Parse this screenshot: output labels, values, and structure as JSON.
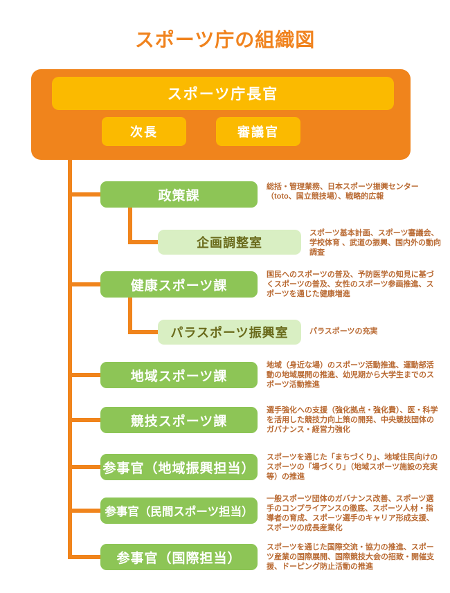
{
  "page": {
    "title": "スポーツ庁の組織図"
  },
  "top": {
    "chief": "スポーツ庁長官",
    "deputy": "次長",
    "councillor": "審議官"
  },
  "rows": [
    {
      "label": "政策課",
      "level": "division",
      "desc": "総括・管理業務、日本スポーツ振興センター（toto、国立競技場）、戦略的広報"
    },
    {
      "label": "企画調整室",
      "level": "office",
      "desc": "スポーツ基本計画、スポーツ審議会、学校体育 、武道の振興、国内外の動向調査"
    },
    {
      "label": "健康スポーツ課",
      "level": "division",
      "desc": "国民へのスポーツの普及、予防医学の知見に基づくスポーツの普及、女性のスポーツ参画推進、スポーツを通じた健康増進"
    },
    {
      "label": "パラスポーツ振興室",
      "level": "office",
      "desc": "パラスポーツの充実"
    },
    {
      "label": "地域スポーツ課",
      "level": "division",
      "desc": "地域（身近な場）のスポーツ活動推進、運動部活動の地域展開の推進、幼児期から大学生までのスポーツ活動推進"
    },
    {
      "label": "競技スポーツ課",
      "level": "division",
      "desc": "選手強化への支援（強化拠点・強化費）、医・科学を活用した競技力向上策の開発、中央競技団体のガバナンス・経営力強化"
    },
    {
      "label": "参事官（地域振興担当）",
      "level": "division",
      "desc": "スポーツを通じた「まちづくり」、地域住民向けのスポーツの「場づくり」（地域スポーツ施設の充実等）の推進"
    },
    {
      "label": "参事官（民間スポーツ担当）",
      "level": "division",
      "desc": "一般スポーツ団体のガバナンス改善、スポーツ選手のコンプライアンスの徹底、スポーツ人材・指導者の育成、スポーツ選手のキャリア形成支援、スポーツの成長産業化"
    },
    {
      "label": "参事官（国際担当）",
      "level": "division",
      "desc": "スポーツを通じた国際交流・協力の推進、スポーツ産業の国際展開、国際競技大会の招致・開催支援、ドーピング防止活動の推進"
    }
  ],
  "colors": {
    "orange": "#f0841c",
    "yellow": "#fbba00",
    "green": "#8dc556",
    "light_green": "#d9efc3",
    "description_text": "#b96a33",
    "office_text": "#6a6b1c",
    "title_text": "#f0831e"
  }
}
